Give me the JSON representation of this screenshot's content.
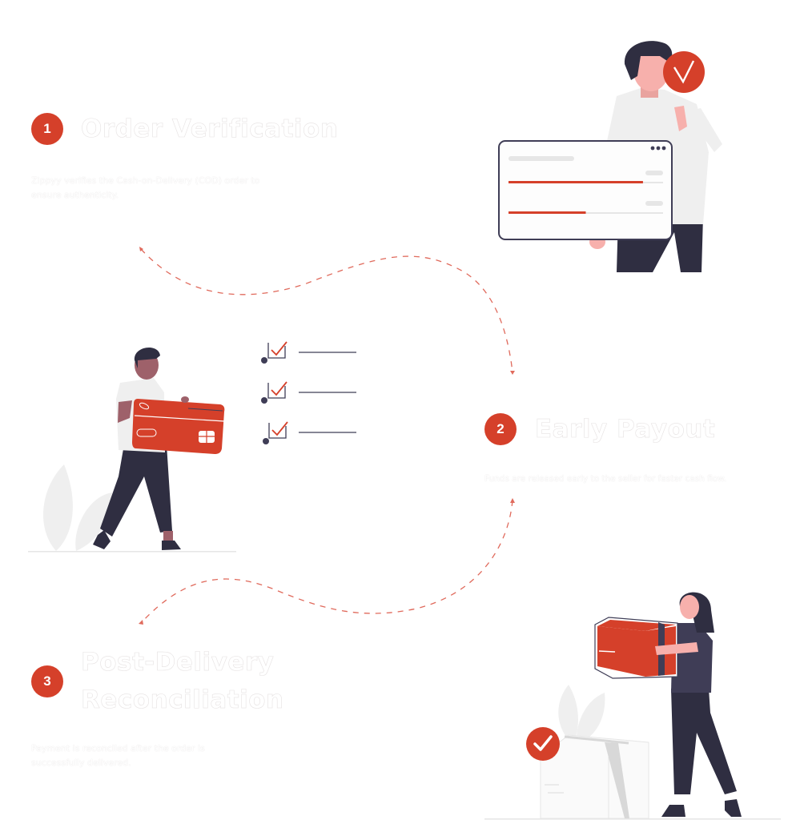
{
  "colors": {
    "accent": "#d5402a",
    "dark": "#2f2e41",
    "skin_light": "#f7b0ac",
    "skin_dark": "#9e616a",
    "shirt_light": "#efefef",
    "shirt_dark": "#3f3d56",
    "plant": "#efefef",
    "dash": "#e06a5c"
  },
  "steps": [
    {
      "number": "1",
      "title": "Order Verification",
      "description": "Zippyy verifies the Cash-on-Delivery (COD) order to ensure authenticity."
    },
    {
      "number": "2",
      "title": "Early Payout",
      "description": "Funds are released early to the seller for faster cash flow."
    },
    {
      "number": "3",
      "title_line1": "Post-Delivery",
      "title_line2": "Reconciliation",
      "description": "Payment is reconciled after the order is successfully delivered."
    }
  ],
  "illustrations": {
    "verification": {
      "progress_bars": [
        0.87,
        0.5
      ]
    },
    "checklist": {
      "items": 3,
      "checked": 3
    }
  }
}
